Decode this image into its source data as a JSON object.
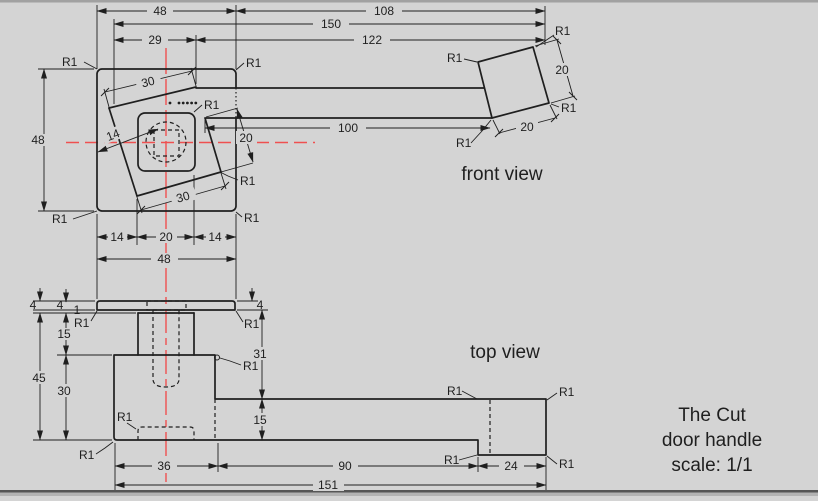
{
  "colors": {
    "background": "#d4d4d4",
    "line": "#1f1f1f",
    "centerline": "#ef5050"
  },
  "labels": {
    "fillet": "R1"
  },
  "front": {
    "title": "front view",
    "dims": {
      "top_48": "48",
      "top_108": "108",
      "overall_150": "150",
      "left_29": "29",
      "right_122": "122",
      "cut_top_30": "30",
      "cut_left_14": "14",
      "cut_right_20": "20",
      "arm_100": "100",
      "cut_bottom_30": "30",
      "height_48": "48",
      "bottom_left_14": "14",
      "bottom_center_20": "20",
      "bottom_right_14": "14",
      "knob_right_20": "20",
      "knob_bottom_20": "20"
    }
  },
  "top": {
    "title": "top view",
    "dims": {
      "width_48": "48",
      "plate_4_a": "4",
      "plate_4_b": "4",
      "step_1": "1",
      "neck_15": "15",
      "total_45": "45",
      "base_30": "30",
      "plate_4_right": "4",
      "drop_31": "31",
      "bar_15": "15",
      "base_36": "36",
      "arm_90": "90",
      "knob_24": "24",
      "length_151": "151"
    }
  },
  "title_block": {
    "line1": "The Cut",
    "line2": "door handle",
    "line3": "scale: 1/1"
  }
}
